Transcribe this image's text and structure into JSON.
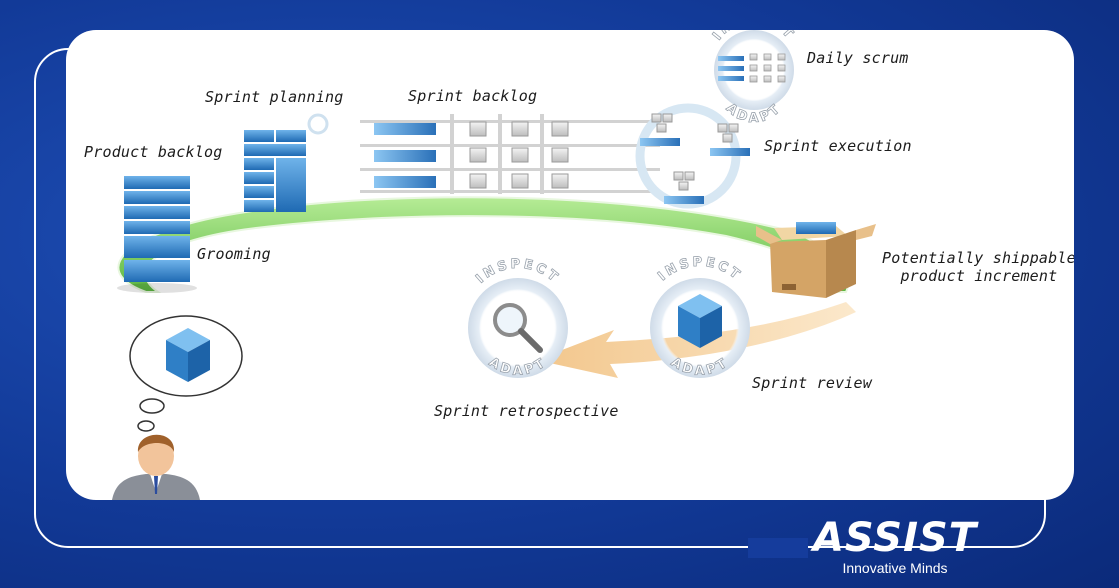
{
  "labels": {
    "product_backlog": "Product backlog",
    "sprint_planning": "Sprint planning",
    "sprint_backlog": "Sprint backlog",
    "daily_scrum": "Daily scrum",
    "sprint_execution": "Sprint execution",
    "increment_line1": "Potentially shippable",
    "increment_line2": "product increment",
    "grooming": "Grooming",
    "sprint_review": "Sprint review",
    "sprint_retrospective": "Sprint retrospective"
  },
  "rings": {
    "inspect": "INSPECT",
    "adapt": "ADAPT"
  },
  "logo": {
    "word": "ASSIST",
    "tagline": "Innovative Minds"
  },
  "colors": {
    "background": "#1649b0",
    "cycle_green": "#7ecf62",
    "box_blue": "#2f7fc6",
    "arrow_orange": "#f3c98f"
  }
}
